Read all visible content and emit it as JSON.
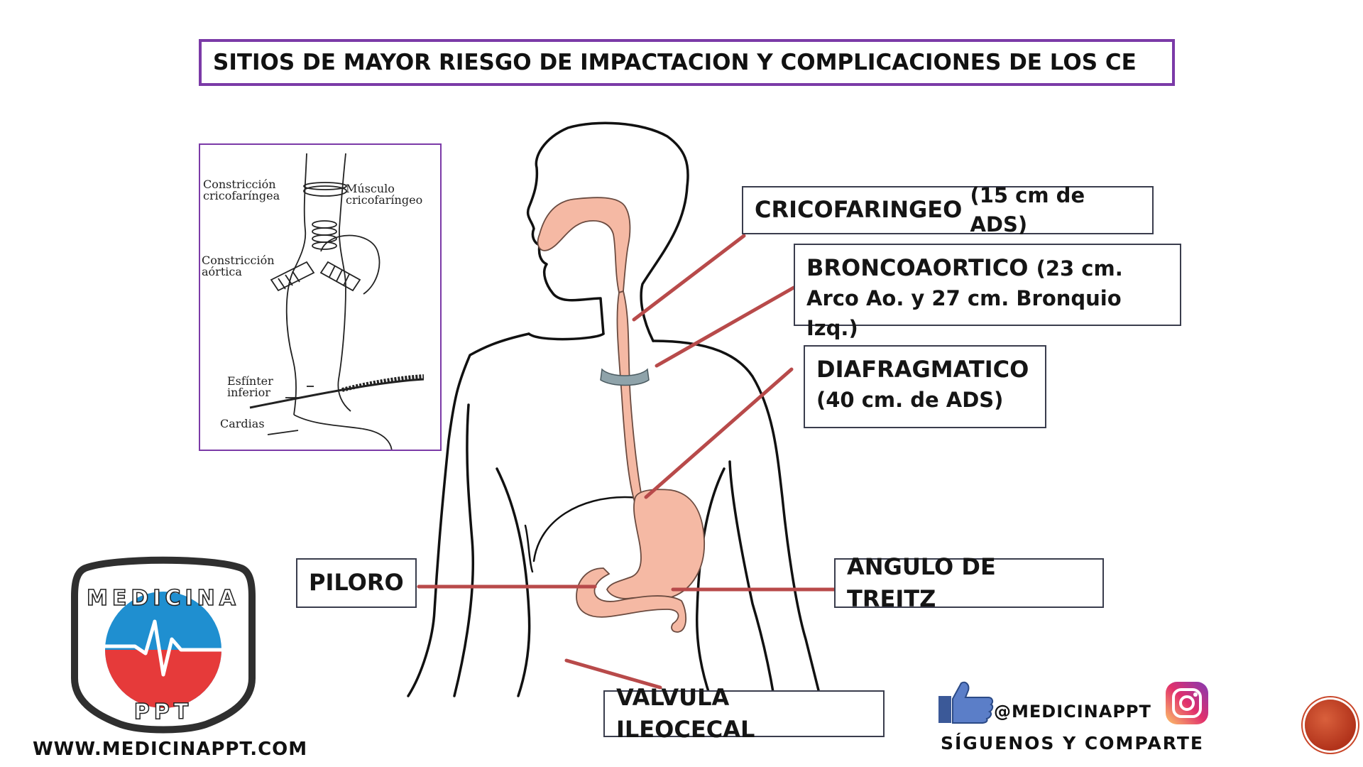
{
  "title": "SITIOS DE MAYOR RIESGO DE IMPACTACION Y COMPLICACIONES DE LOS CE",
  "labels": {
    "crico": {
      "main": "CRICOFARINGEO",
      "detail": "(15 cm de ADS)"
    },
    "bronco": {
      "main": "BRONCOAORTICO",
      "detail": "(23 cm.",
      "line2": "Arco Ao. y 27 cm. Bronquio Izq.)"
    },
    "diafrag": {
      "main": "DIAFRAGMATICO",
      "line2": "(40 cm. de ADS)"
    },
    "piloro": "PILORO",
    "treitz": "ANGULO DE TREITZ",
    "valvula": "VALVULA ILEOCECAL"
  },
  "inset": {
    "constriccion_crico_1": "Constricción",
    "constriccion_crico_2": "cricofaríngea",
    "musculo_1": "Músculo",
    "musculo_2": "cricofaríngeo",
    "constriccion_aortica_1": "Constricción",
    "constriccion_aortica_2": "aórtica",
    "esfinter_1": "Esfínter",
    "esfinter_2": "inferior",
    "cardias": "Cardias"
  },
  "branding": {
    "logo_top": "MEDICINA",
    "logo_bottom": "PPT",
    "website": "WWW.MEDICINAPPT.COM",
    "handle": "@MEDICINAPPT",
    "follow": "SÍGUENOS Y COMPARTE"
  },
  "colors": {
    "title_border": "#7b3aa7",
    "pointer_line": "#b84a4a",
    "organ_fill": "#f5b9a4",
    "band_fill": "#8fa3aa"
  },
  "icons": [
    "thumbs-up-icon",
    "instagram-icon",
    "nav-dot-icon"
  ]
}
